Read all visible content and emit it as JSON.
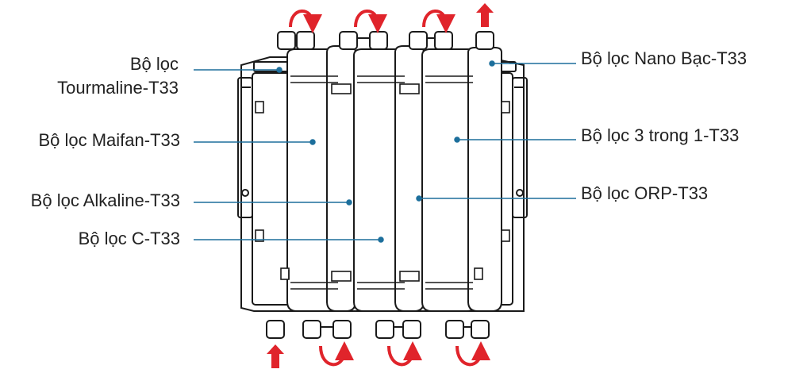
{
  "labels": {
    "tourmaline_line1": "Bộ lọc",
    "tourmaline_line2": "Tourmaline-T33",
    "maifan": "Bộ lọc Maifan-T33",
    "alkaline": "Bộ lọc Alkaline-T33",
    "c": "Bộ lọc C-T33",
    "nano_bac": "Bộ lọc Nano Bạc-T33",
    "three_in_one": "Bộ lọc 3 trong 1-T33",
    "orp": "Bộ lọc ORP-T33"
  },
  "colors": {
    "leader": "#1d6f9c",
    "arrow": "#e0242b",
    "outline": "#1a1a1a"
  },
  "icons": [
    "flow-arrow-icon",
    "up-arrow-icon"
  ]
}
